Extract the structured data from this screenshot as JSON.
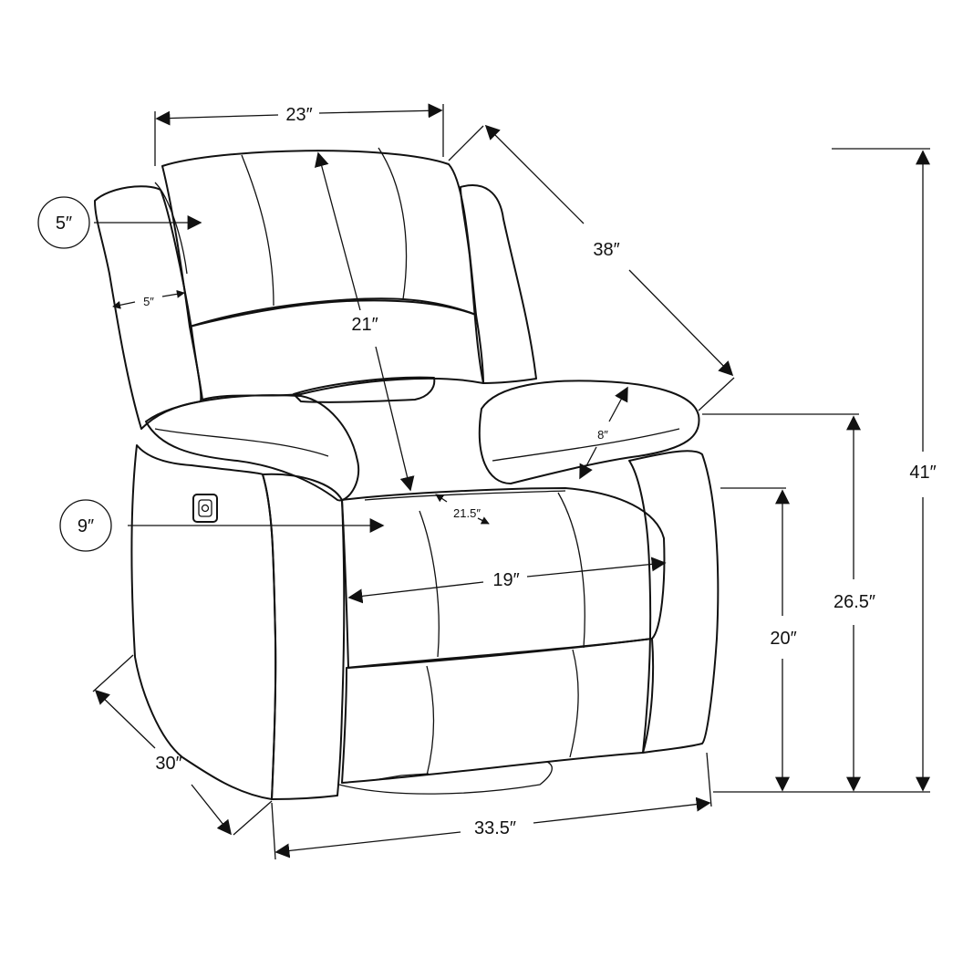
{
  "colors": {
    "line": "#111111",
    "background": "#ffffff"
  },
  "dimensions": {
    "back_width": "23″",
    "diagonal_depth": "38″",
    "total_height": "41″",
    "arm_height": "26.5″",
    "seat_height": "20″",
    "back_height": "21″",
    "headrest_callout": "5″",
    "wing_thickness": "5″",
    "front_callout": "9″",
    "arm_cushion_height": "8″",
    "seat_depth": "21.5″",
    "seat_width": "19″",
    "overall_depth": "30″",
    "overall_width": "33.5″"
  }
}
